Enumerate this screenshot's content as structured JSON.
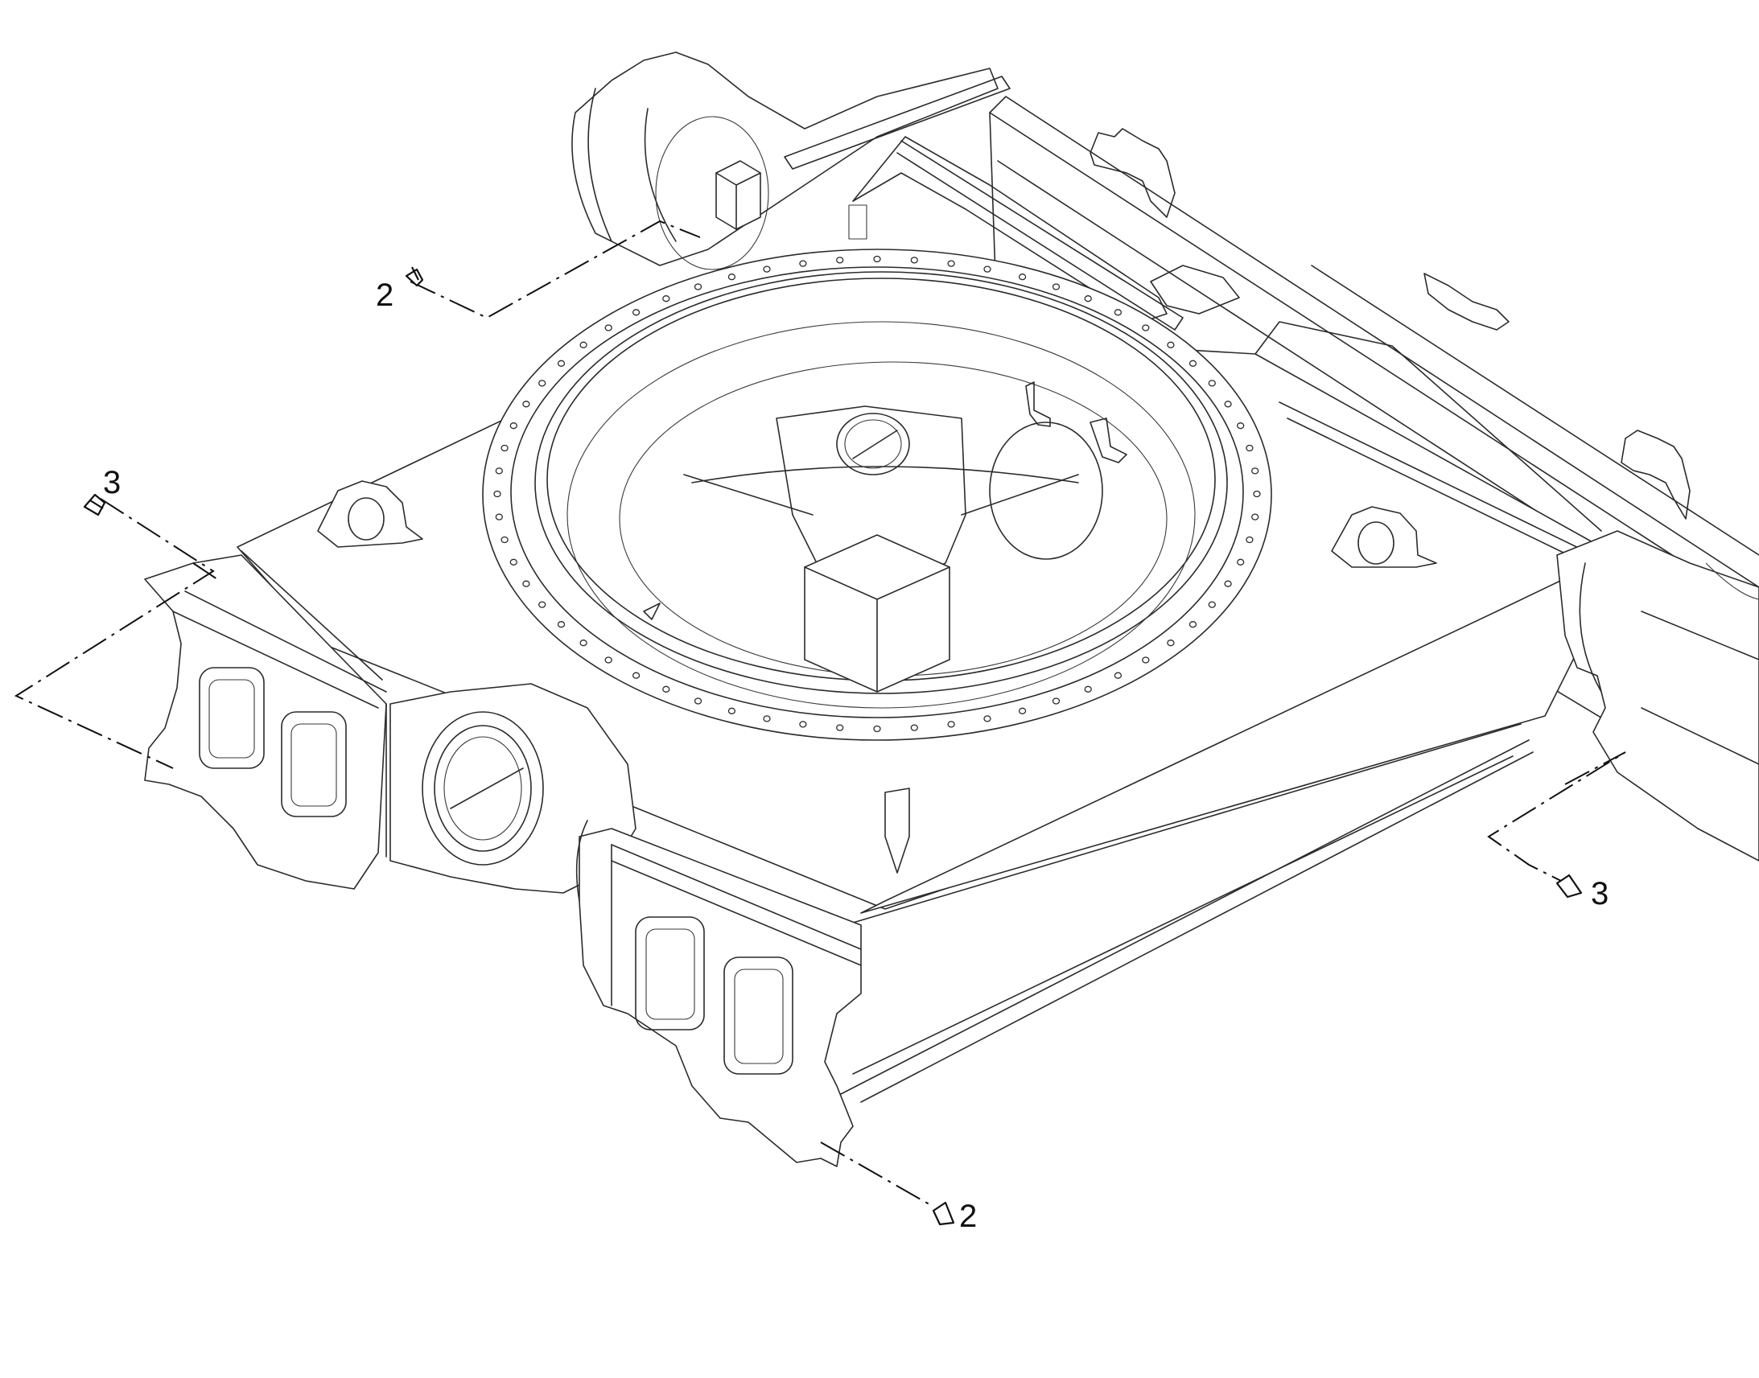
{
  "callouts": {
    "top_left": "2",
    "left": "3",
    "right": "3",
    "bottom": "2"
  }
}
